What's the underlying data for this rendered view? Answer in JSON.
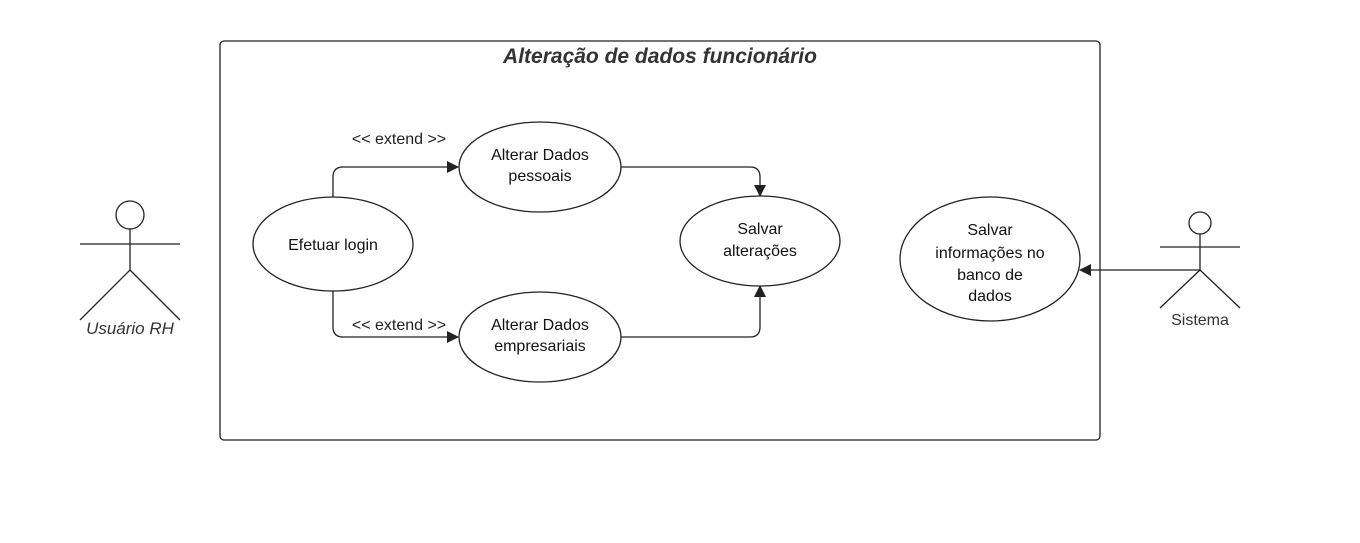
{
  "diagram": {
    "title": "Alteração de dados funcionário",
    "actors": {
      "left": "Usuário RH",
      "right": "Sistema"
    },
    "use_cases": {
      "login": [
        "Efetuar login"
      ],
      "pessoais": [
        "Alterar Dados",
        "pessoais"
      ],
      "empresariais": [
        "Alterar Dados",
        "empresariais"
      ],
      "salvar": [
        "Salvar",
        "alterações"
      ],
      "banco": [
        "Salvar",
        "informações no",
        "banco de",
        "dados"
      ]
    },
    "edge_labels": {
      "extend_top": "<< extend >>",
      "extend_bottom": "<< extend >>"
    },
    "colors": {
      "line": "#222222",
      "background": "#ffffff"
    }
  }
}
